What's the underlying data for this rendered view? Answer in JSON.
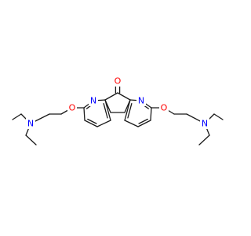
{
  "atoms": {
    "carbonyl_oxygen": "O",
    "ring_nitrogen_left": "N",
    "ring_nitrogen_right": "N",
    "ether_oxygen_left": "O",
    "ether_oxygen_right": "O",
    "amine_nitrogen_left": "N",
    "amine_nitrogen_right": "N"
  },
  "colors": {
    "bond": "#1a1a1a",
    "oxygen": "#ff0000",
    "nitrogen": "#0000ff",
    "background": "#ffffff"
  }
}
